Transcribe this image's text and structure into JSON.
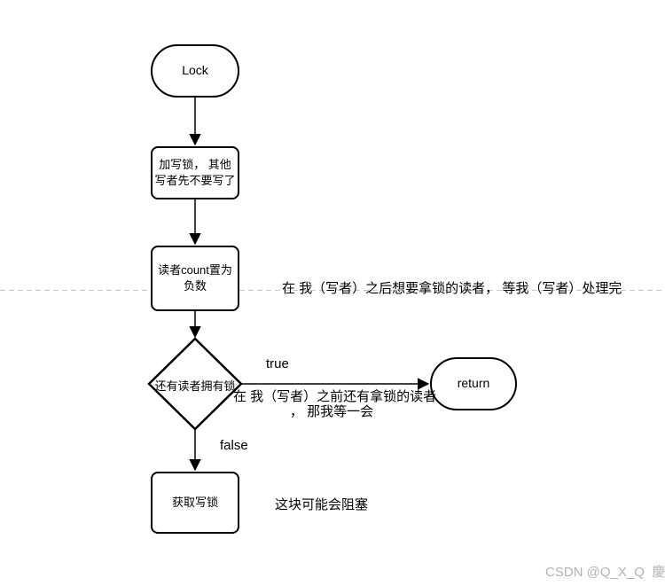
{
  "diagram": {
    "nodes": {
      "lock": {
        "label": "Lock"
      },
      "add_write_lock": {
        "line1": "加写锁， 其他",
        "line2": "写者先不要写了"
      },
      "reader_count": {
        "line1": "读者count置为",
        "line2": "负数"
      },
      "decision": {
        "label": "还有读者拥有锁"
      },
      "return_node": {
        "label": "return"
      },
      "acquire_write_lock": {
        "label": "获取写锁"
      }
    },
    "edge_labels": {
      "true_label": "true",
      "false_label": "false"
    },
    "annotations": {
      "readers_after": "在 我（写者）之后想要拿锁的读者， 等我（写者）处理完",
      "readers_before_line1": "在 我（写者）之前还有拿锁的读者",
      "readers_before_line2": "， 那我等一会",
      "may_block": "这块可能会阻塞"
    },
    "watermark": "CSDN @Q_X_Q  慶",
    "colors": {
      "shape_stroke": "#000000",
      "shape_fill": "#ffffff",
      "dashed_line": "#c9c9c9",
      "watermark": "#b3b3b3",
      "background": "#ffffff"
    }
  }
}
